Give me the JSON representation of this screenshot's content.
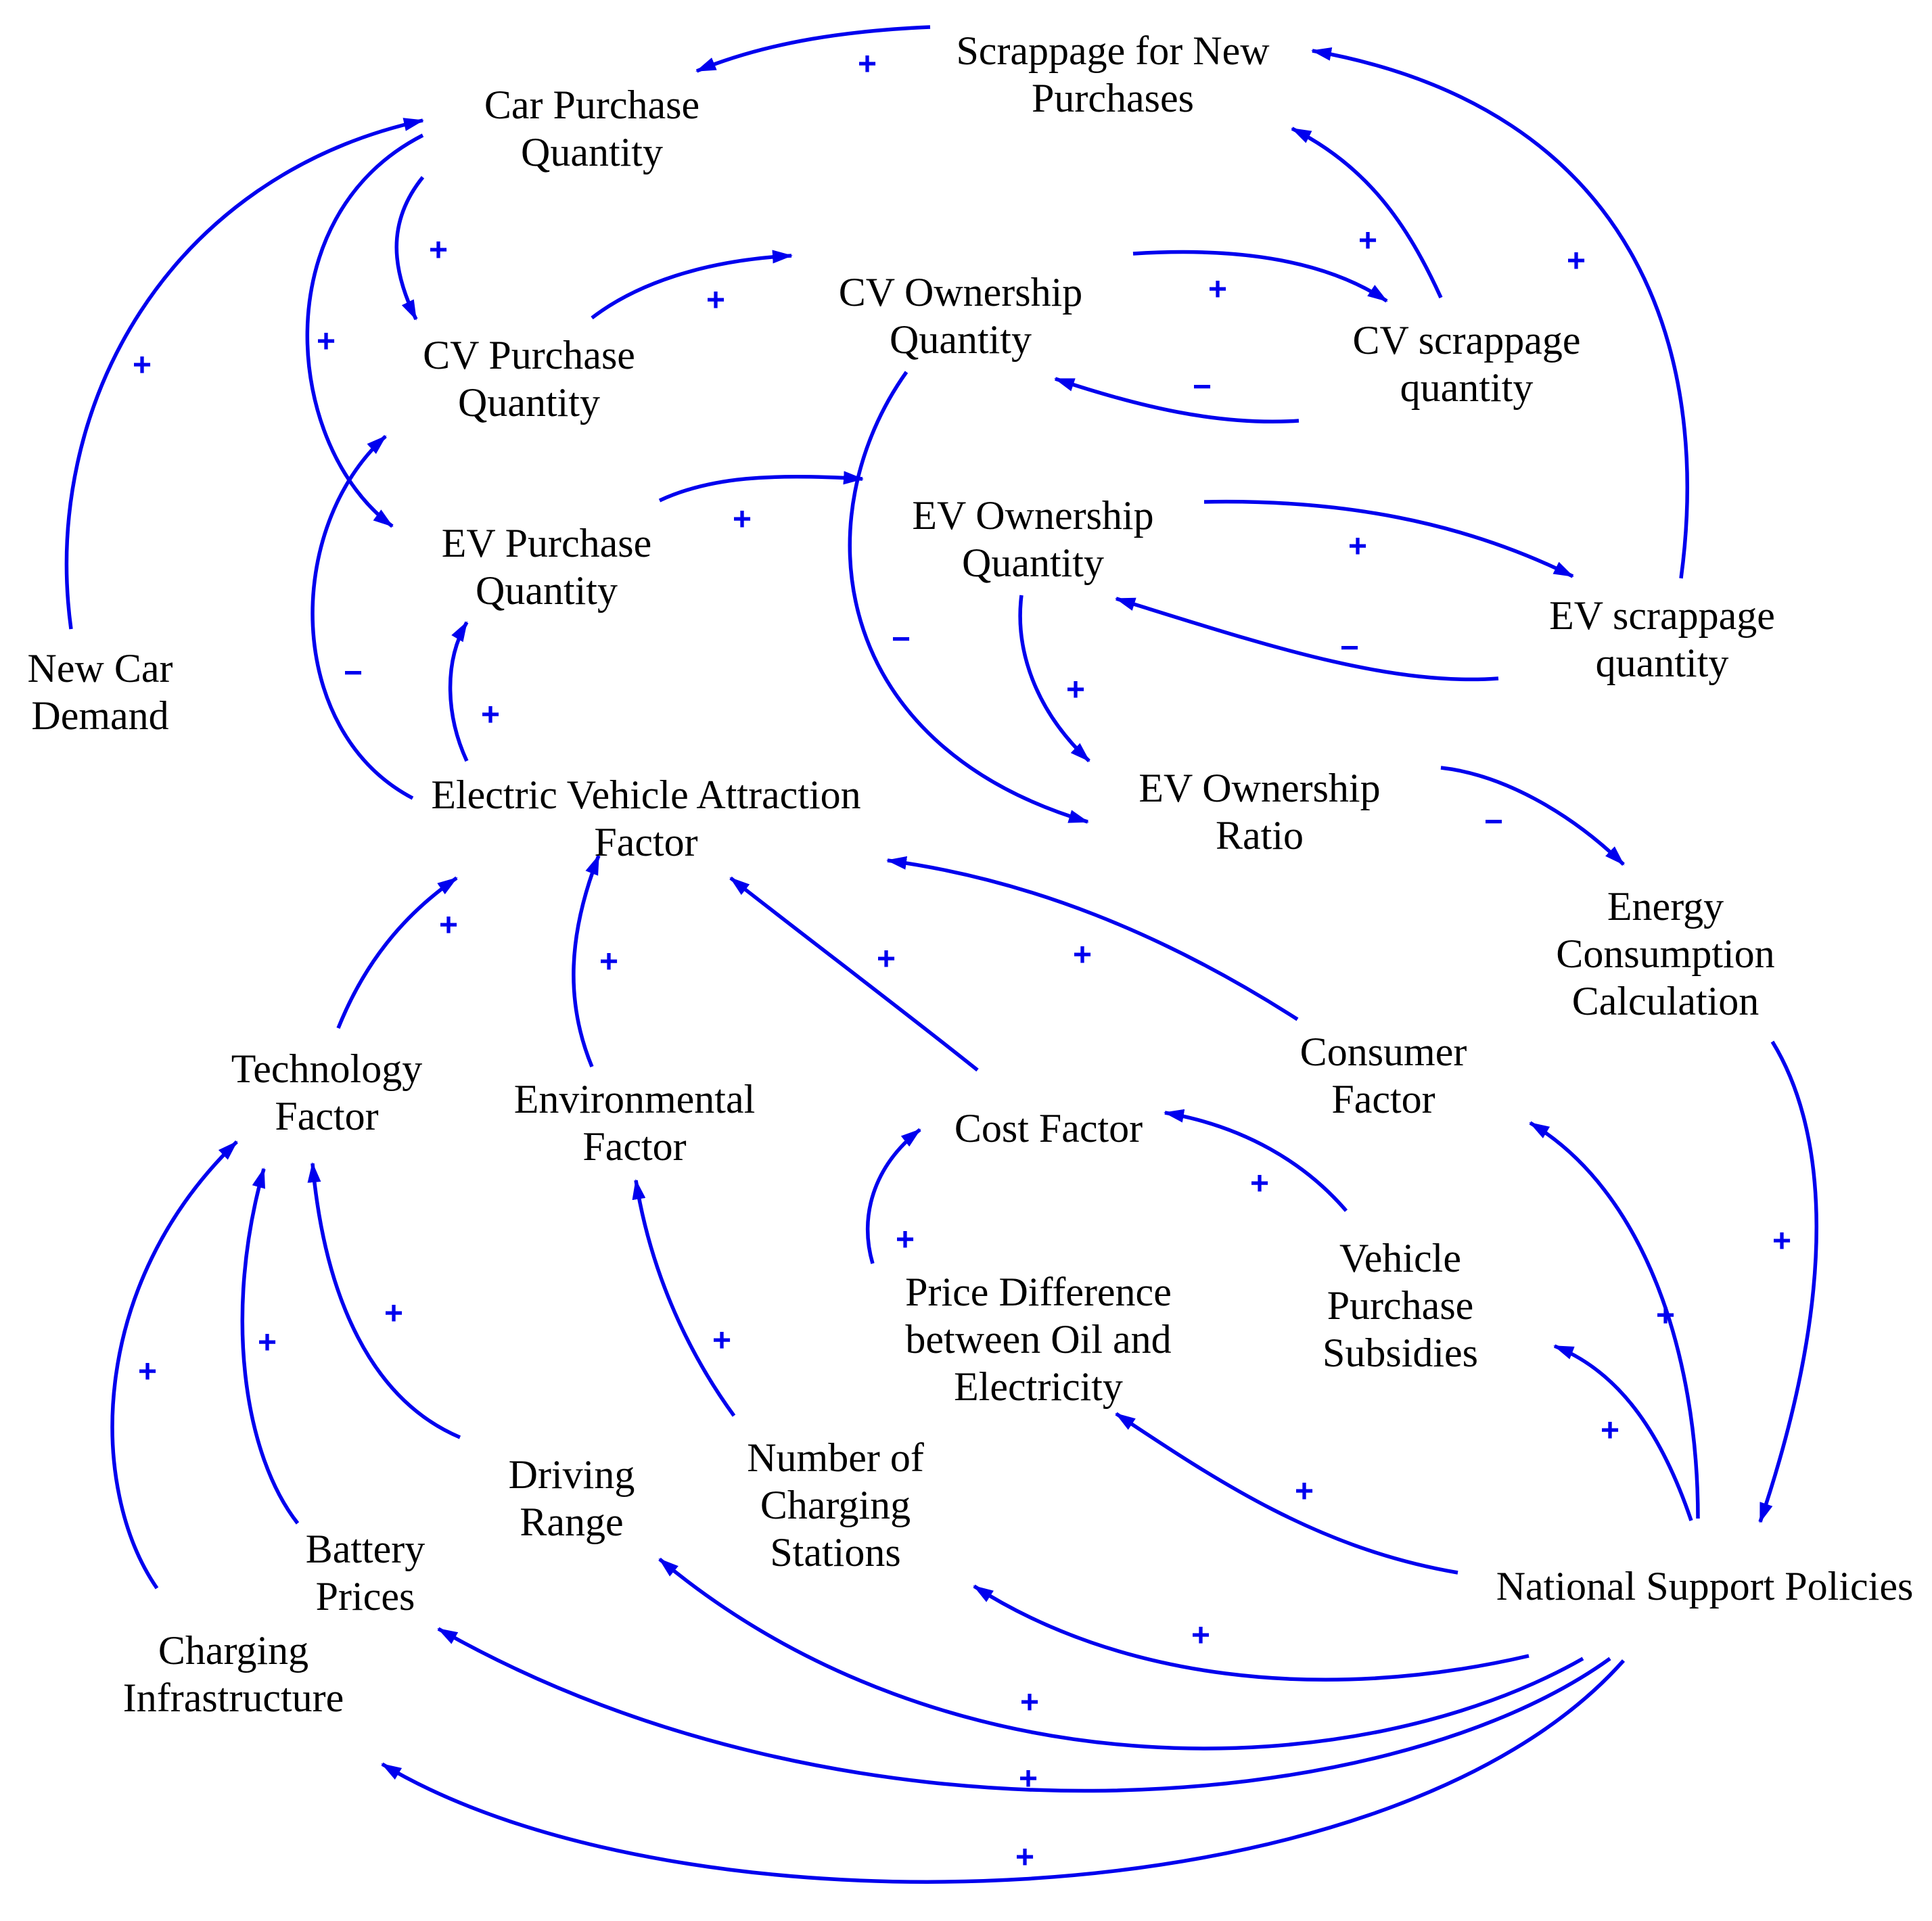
{
  "colors": {
    "arrow": "#0000EE",
    "text": "#000000",
    "background": "#FFFFFF"
  },
  "nodes": {
    "scrappage_new_purchases": "Scrappage for New Purchases",
    "car_purchase_quantity": "Car Purchase Quantity",
    "cv_purchase_quantity": "CV Purchase Quantity",
    "cv_ownership_quantity": "CV Ownership Quantity",
    "cv_scrappage_quantity": "CV scrappage quantity",
    "ev_purchase_quantity": "EV Purchase Quantity",
    "ev_ownership_quantity": "EV Ownership Quantity",
    "ev_scrappage_quantity": "EV scrappage quantity",
    "new_car_demand": "New Car Demand",
    "ev_attraction_factor": "Electric Vehicle Attraction Factor",
    "ev_ownership_ratio": "EV Ownership Ratio",
    "energy_consumption": "Energy Consumption Calculation",
    "technology_factor": "Technology Factor",
    "environmental_factor": "Environmental Factor",
    "cost_factor": "Cost Factor",
    "consumer_factor": "Consumer Factor",
    "price_difference": "Price Difference between Oil and Electricity",
    "vehicle_subsidies": "Vehicle Purchase Subsidies",
    "driving_range": "Driving Range",
    "charging_stations": "Number of Charging Stations",
    "battery_prices": "Battery Prices",
    "charging_infrastructure": "Charging Infrastructure",
    "national_policies": "National Support Policies"
  },
  "links": [
    {
      "from": "scrappage_new_purchases",
      "to": "car_purchase_quantity",
      "polarity": "+"
    },
    {
      "from": "new_car_demand",
      "to": "car_purchase_quantity",
      "polarity": "+"
    },
    {
      "from": "car_purchase_quantity",
      "to": "cv_purchase_quantity",
      "polarity": "+"
    },
    {
      "from": "car_purchase_quantity",
      "to": "ev_purchase_quantity",
      "polarity": "+"
    },
    {
      "from": "cv_purchase_quantity",
      "to": "cv_ownership_quantity",
      "polarity": "+"
    },
    {
      "from": "cv_ownership_quantity",
      "to": "cv_scrappage_quantity",
      "polarity": "+"
    },
    {
      "from": "cv_scrappage_quantity",
      "to": "cv_ownership_quantity",
      "polarity": "−"
    },
    {
      "from": "cv_scrappage_quantity",
      "to": "scrappage_new_purchases",
      "polarity": "+"
    },
    {
      "from": "ev_scrappage_quantity",
      "to": "scrappage_new_purchases",
      "polarity": "+"
    },
    {
      "from": "ev_purchase_quantity",
      "to": "ev_ownership_quantity",
      "polarity": "+"
    },
    {
      "from": "ev_ownership_quantity",
      "to": "ev_scrappage_quantity",
      "polarity": "+"
    },
    {
      "from": "ev_scrappage_quantity",
      "to": "ev_ownership_quantity",
      "polarity": "−"
    },
    {
      "from": "cv_ownership_quantity",
      "to": "ev_ownership_ratio",
      "polarity": "−"
    },
    {
      "from": "ev_ownership_quantity",
      "to": "ev_ownership_ratio",
      "polarity": "+"
    },
    {
      "from": "ev_ownership_ratio",
      "to": "energy_consumption",
      "polarity": "−"
    },
    {
      "from": "ev_attraction_factor",
      "to": "cv_purchase_quantity",
      "polarity": "−"
    },
    {
      "from": "ev_attraction_factor",
      "to": "ev_purchase_quantity",
      "polarity": "+"
    },
    {
      "from": "technology_factor",
      "to": "ev_attraction_factor",
      "polarity": "+"
    },
    {
      "from": "environmental_factor",
      "to": "ev_attraction_factor",
      "polarity": "+"
    },
    {
      "from": "cost_factor",
      "to": "ev_attraction_factor",
      "polarity": "+"
    },
    {
      "from": "consumer_factor",
      "to": "ev_attraction_factor",
      "polarity": "+"
    },
    {
      "from": "price_difference",
      "to": "cost_factor",
      "polarity": "+"
    },
    {
      "from": "vehicle_subsidies",
      "to": "cost_factor",
      "polarity": "+"
    },
    {
      "from": "charging_stations",
      "to": "environmental_factor",
      "polarity": "+"
    },
    {
      "from": "driving_range",
      "to": "technology_factor",
      "polarity": "+"
    },
    {
      "from": "battery_prices",
      "to": "technology_factor",
      "polarity": "+"
    },
    {
      "from": "charging_infrastructure",
      "to": "technology_factor",
      "polarity": "+"
    },
    {
      "from": "energy_consumption",
      "to": "national_policies",
      "polarity": "+"
    },
    {
      "from": "national_policies",
      "to": "consumer_factor",
      "polarity": "+"
    },
    {
      "from": "national_policies",
      "to": "vehicle_subsidies",
      "polarity": "+"
    },
    {
      "from": "national_policies",
      "to": "price_difference",
      "polarity": "+"
    },
    {
      "from": "national_policies",
      "to": "charging_stations",
      "polarity": "+"
    },
    {
      "from": "national_policies",
      "to": "driving_range",
      "polarity": "+"
    },
    {
      "from": "national_policies",
      "to": "battery_prices",
      "polarity": "+"
    },
    {
      "from": "national_policies",
      "to": "charging_infrastructure",
      "polarity": "+"
    }
  ]
}
